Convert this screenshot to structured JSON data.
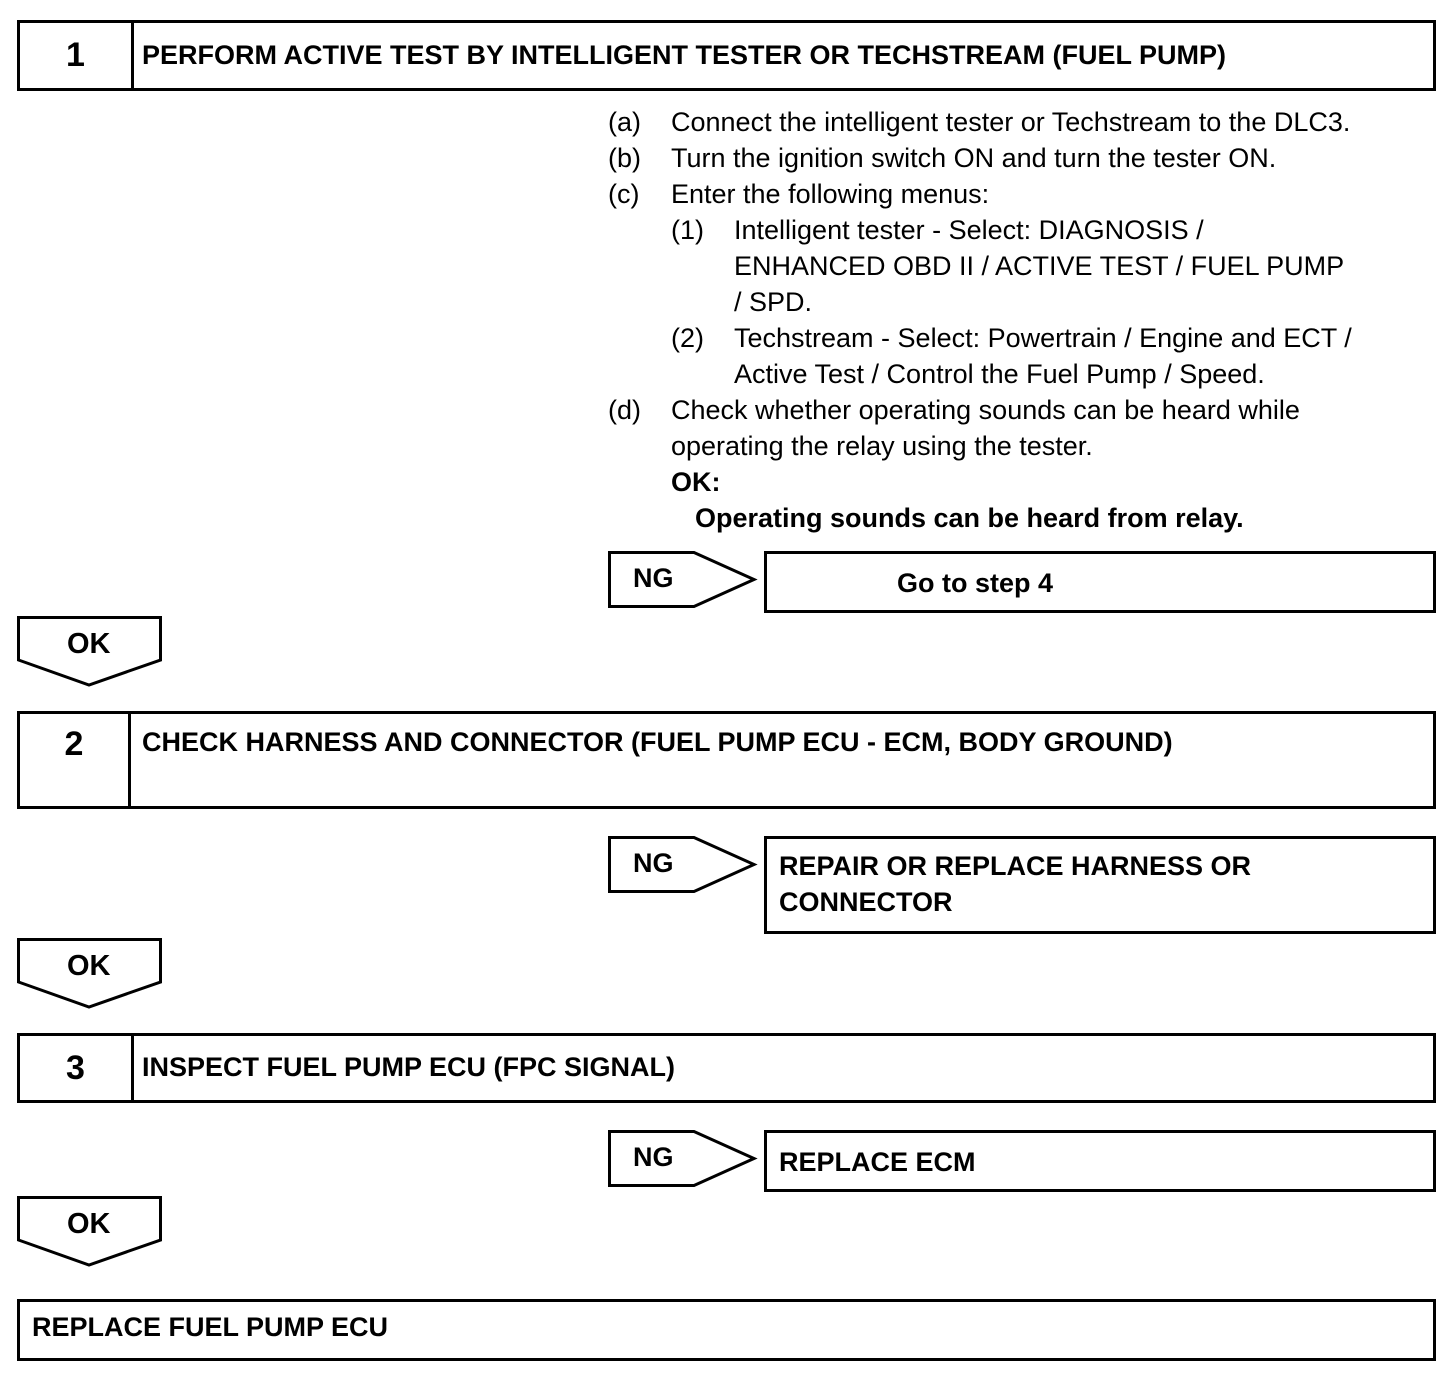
{
  "steps": [
    {
      "number": "1",
      "title": "PERFORM ACTIVE TEST BY INTELLIGENT TESTER OR TECHSTREAM (FUEL PUMP)"
    },
    {
      "number": "2",
      "title": "CHECK HARNESS AND CONNECTOR (FUEL PUMP ECU - ECM, BODY GROUND)"
    },
    {
      "number": "3",
      "title": "INSPECT FUEL PUMP ECU (FPC SIGNAL)"
    }
  ],
  "procedure": {
    "a_label": "(a)",
    "a_text": "Connect the intelligent tester or Techstream to the DLC3.",
    "b_label": "(b)",
    "b_text": "Turn the ignition switch ON and turn the tester ON.",
    "c_label": "(c)",
    "c_text": "Enter the following menus:",
    "c1_label": "(1)",
    "c1_lines": [
      "Intelligent tester - Select: DIAGNOSIS /",
      "ENHANCED OBD II / ACTIVE TEST / FUEL PUMP",
      "/ SPD."
    ],
    "c2_label": "(2)",
    "c2_lines": [
      "Techstream - Select: Powertrain / Engine and ECT /",
      "Active Test / Control the Fuel Pump / Speed."
    ],
    "d_label": "(d)",
    "d_lines": [
      "Check whether operating sounds can be heard while",
      "operating the relay using the tester."
    ],
    "ok_label": "OK:",
    "ok_spec": "Operating sounds can be heard from relay."
  },
  "branches": {
    "ng_label": "NG",
    "ok_label": "OK",
    "step1_ng_result": "Go to step 4",
    "step2_ng_result_lines": [
      "REPAIR OR REPLACE HARNESS OR",
      "CONNECTOR"
    ],
    "step3_ng_result": "REPLACE ECM"
  },
  "final_action": "REPLACE FUEL PUMP ECU"
}
